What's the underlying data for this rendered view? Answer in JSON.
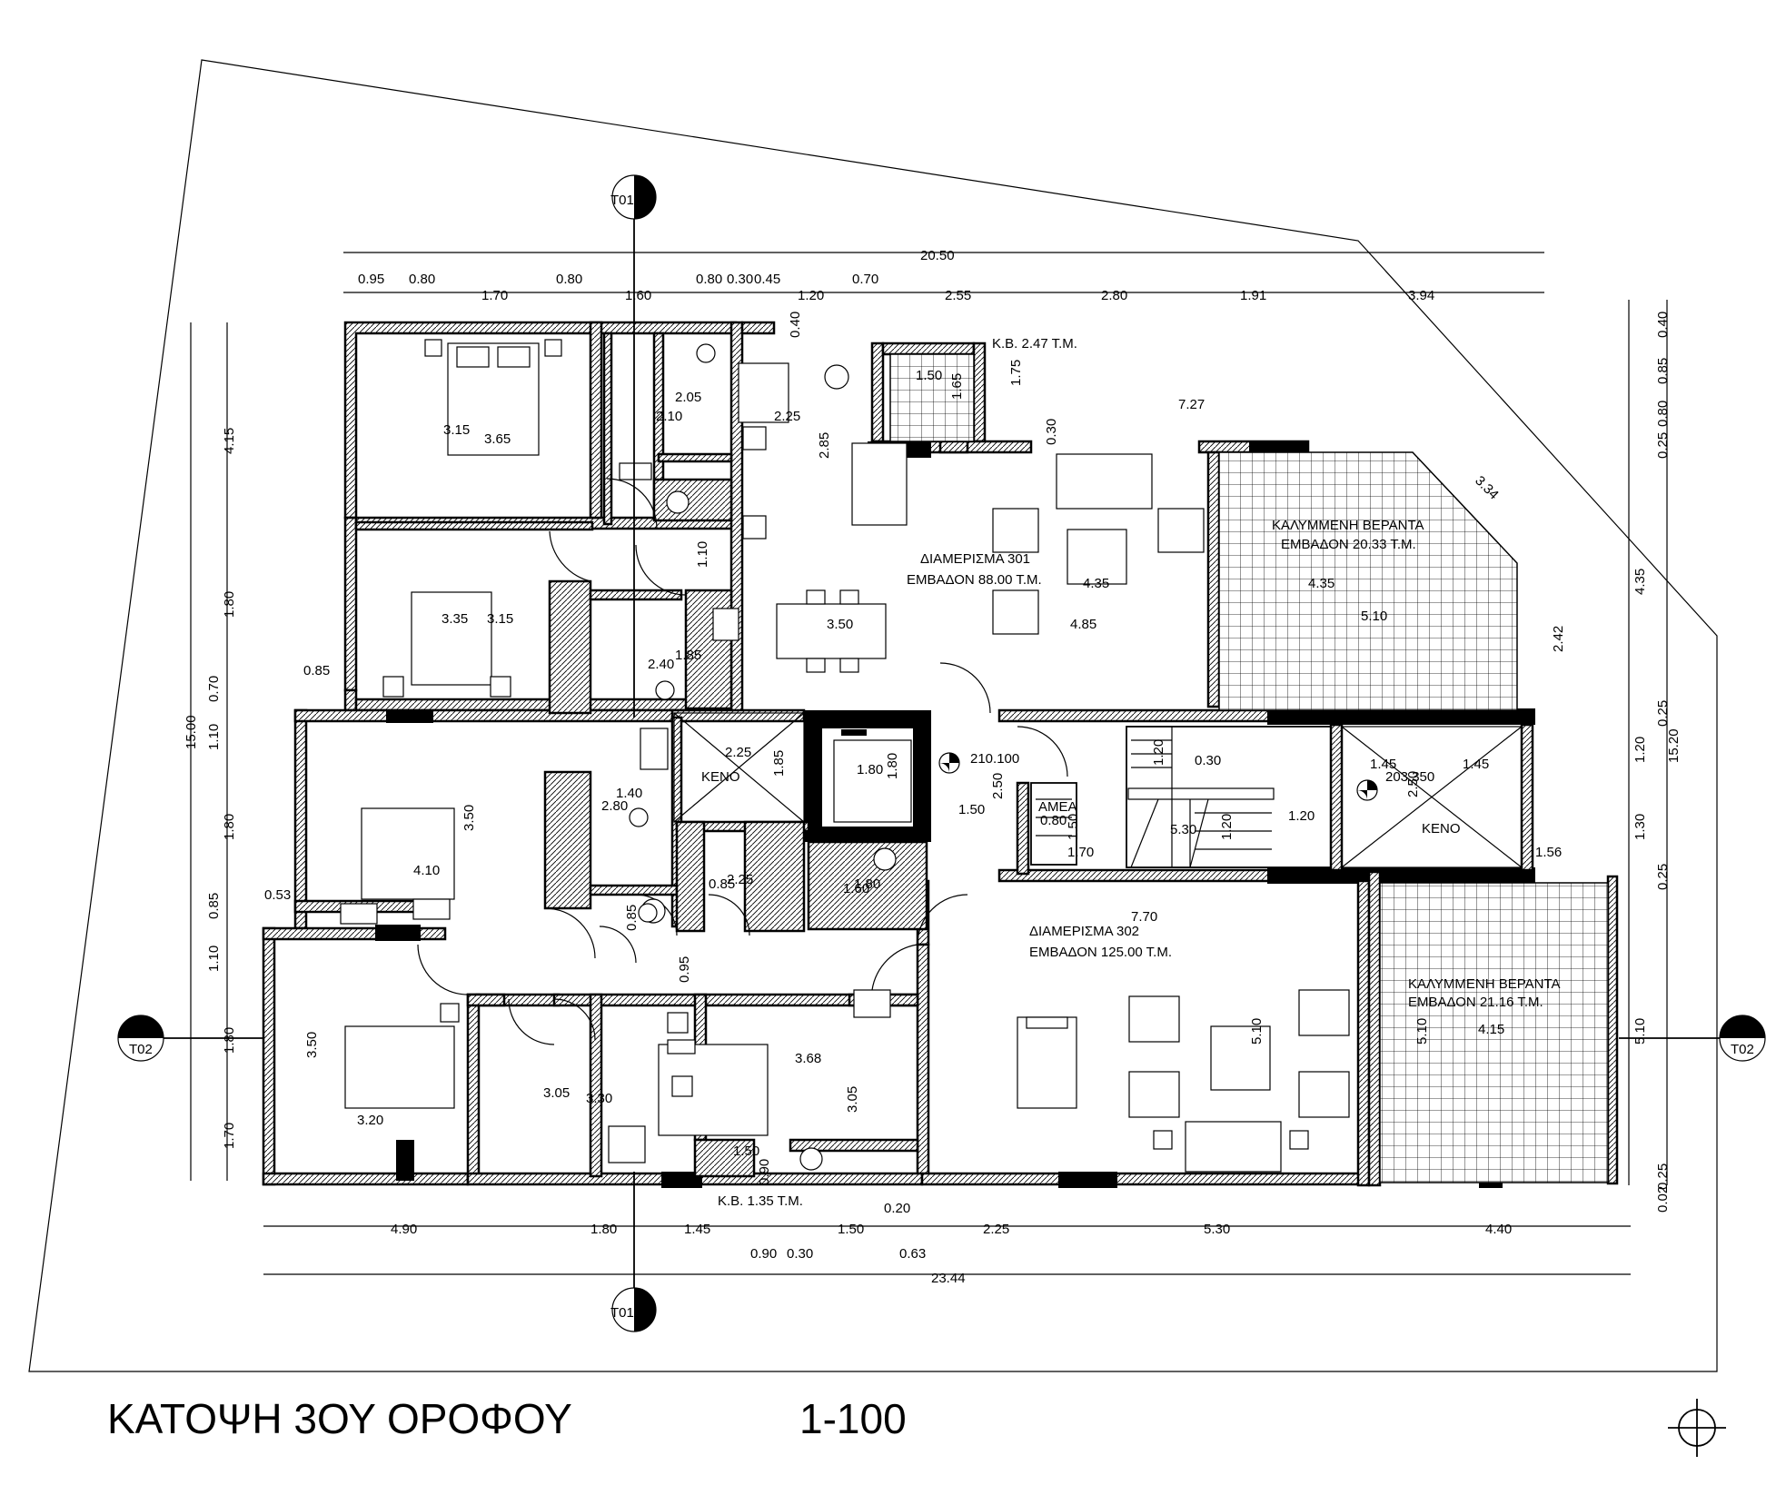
{
  "title": "ΚΑΤΟΨΗ 3ΟΥ ΟΡΟΦΟΥ",
  "scale": "1-100",
  "section_marks": [
    "T01",
    "T01",
    "T02",
    "T02"
  ],
  "apartments": [
    {
      "name": "ΔΙΑΜΕΡΙΣΜΑ 301",
      "area": "ΕΜΒΑΔΟΝ 88.00 Τ.Μ."
    },
    {
      "name": "ΔΙΑΜΕΡΙΣΜΑ 302",
      "area": "ΕΜΒΑΔΟΝ 125.00 Τ.Μ."
    }
  ],
  "verandas": [
    {
      "name": "ΚΑΛΥΜΜΕΝΗ ΒΕΡΑΝΤΑ",
      "area": "ΕΜΒΑΔΟΝ 20.33 Τ.Μ."
    },
    {
      "name": "ΚΑΛΥΜΜΕΝΗ ΒΕΡΑΝΤΑ",
      "area": "ΕΜΒΑΔΟΝ 21.16 Τ.Μ."
    }
  ],
  "labels": {
    "kb_top": "Κ.Β. 2.47 Τ.Μ.",
    "kb_bottom": "Κ.Β. 1.35 Τ.Μ.",
    "void1": "ΚΕΝΟ",
    "void2": "ΚΕΝΟ",
    "amea": "ΑΜΕΑ",
    "elev1": "210.100",
    "elev2": "203.350"
  },
  "top_overall": "20.50",
  "top_dims": [
    "0.95",
    "0.80",
    "1.70",
    "0.80",
    "1.60",
    "0.80",
    "0.30",
    "0.45",
    "1.20",
    "0.70",
    "2.55",
    "2.80",
    "1.91",
    "3.94"
  ],
  "bottom_overall": "23.44",
  "bottom_dims": [
    "4.90",
    "1.80",
    "1.45",
    "1.50",
    "2.25",
    "5.30",
    "4.40"
  ],
  "bottom_dims2": [
    "0.90",
    "0.30",
    "0.20",
    "0.63"
  ],
  "left_overall": "15.00",
  "left_dims": [
    "4.15",
    "1.80",
    "0.70",
    "1.10",
    "1.80",
    "0.85",
    "1.10",
    "1.80",
    "1.70"
  ],
  "right_overall": "15.20",
  "right_dims": [
    "0.40",
    "0.85",
    "0.80",
    "0.25",
    "4.35",
    "0.25",
    "1.20",
    "1.30",
    "0.25",
    "5.10",
    "0.25",
    "0.02"
  ],
  "interior_dims": [
    {
      "t": "0.40"
    },
    {
      "t": "1.50"
    },
    {
      "t": "1.75"
    },
    {
      "t": "1.65"
    },
    {
      "t": "7.27"
    },
    {
      "t": "0.30"
    },
    {
      "t": "3.34"
    },
    {
      "t": "2.05"
    },
    {
      "t": "2.10"
    },
    {
      "t": "2.25"
    },
    {
      "t": "3.15"
    },
    {
      "t": "3.65"
    },
    {
      "t": "2.85"
    },
    {
      "t": "1.10"
    },
    {
      "t": "4.35"
    },
    {
      "t": "4.35"
    },
    {
      "t": "5.10"
    },
    {
      "t": "2.42"
    },
    {
      "t": "3.35"
    },
    {
      "t": "3.15"
    },
    {
      "t": "3.50"
    },
    {
      "t": "4.85"
    },
    {
      "t": "2.40"
    },
    {
      "t": "1.85"
    },
    {
      "t": "0.85"
    },
    {
      "t": "2.25"
    },
    {
      "t": "1.85"
    },
    {
      "t": "1.80"
    },
    {
      "t": "1.80"
    },
    {
      "t": "2.50"
    },
    {
      "t": "1.50"
    },
    {
      "t": "1.20"
    },
    {
      "t": "0.30"
    },
    {
      "t": "1.45"
    },
    {
      "t": "1.45"
    },
    {
      "t": "2.50"
    },
    {
      "t": "1.40"
    },
    {
      "t": "2.80"
    },
    {
      "t": "3.50"
    },
    {
      "t": "4.10"
    },
    {
      "t": "0.80"
    },
    {
      "t": "1.50"
    },
    {
      "t": "5.30"
    },
    {
      "t": "1.20"
    },
    {
      "t": "1.20"
    },
    {
      "t": "1.70"
    },
    {
      "t": "1.56"
    },
    {
      "t": "0.53"
    },
    {
      "t": "0.85"
    },
    {
      "t": "2.25"
    },
    {
      "t": "1.60"
    },
    {
      "t": "1.80"
    },
    {
      "t": "0.85"
    },
    {
      "t": "7.70"
    },
    {
      "t": "0.95"
    },
    {
      "t": "3.50"
    },
    {
      "t": "3.20"
    },
    {
      "t": "3.05"
    },
    {
      "t": "3.30"
    },
    {
      "t": "3.68"
    },
    {
      "t": "3.05"
    },
    {
      "t": "5.10"
    },
    {
      "t": "5.10"
    },
    {
      "t": "4.15"
    },
    {
      "t": "1.50"
    },
    {
      "t": "0.90"
    }
  ]
}
